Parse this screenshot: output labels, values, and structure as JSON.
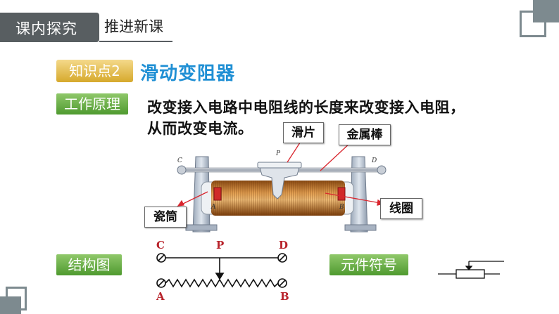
{
  "header": {
    "tab": "课内探究",
    "subtitle": "推进新课"
  },
  "knowledge_point": {
    "badge": "知识点2",
    "title": "滑动变阻器"
  },
  "principle": {
    "badge": "工作原理",
    "line1": "改变接入电路中电阻线的长度来改变接入电阻，",
    "line2": "从而改变电流。"
  },
  "labels": {
    "slider": "滑片",
    "metal_rod": "金属棒",
    "coil": "线圈",
    "porcelain_tube": "瓷筒"
  },
  "photo_letters": {
    "c": "C",
    "d": "D",
    "p": "P",
    "a": "A",
    "b": "B"
  },
  "structure": {
    "badge": "结构图",
    "c": "C",
    "p": "P",
    "d": "D",
    "a": "A",
    "b": "B"
  },
  "symbol": {
    "badge": "元件符号"
  },
  "colors": {
    "header_gray": "#585e61",
    "title_blue": "#1f8fd4",
    "letter_red": "#b8232b",
    "arrow_red": "#d9262e"
  }
}
